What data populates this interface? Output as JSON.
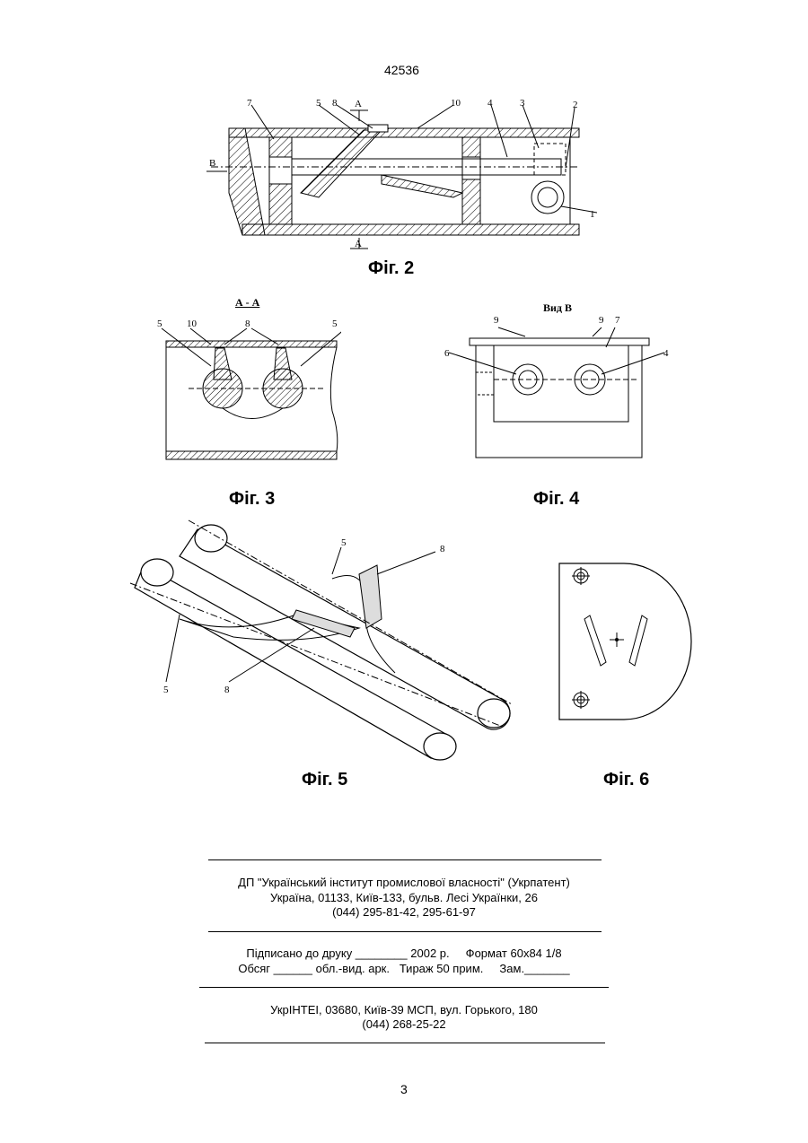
{
  "header": {
    "patent_number": "42536"
  },
  "figures": {
    "fig2": {
      "caption": "Фіг. 2",
      "labels": [
        "7",
        "5",
        "8",
        "А",
        "10",
        "4",
        "3",
        "2",
        "В",
        "1",
        "А"
      ]
    },
    "fig3": {
      "caption": "Фіг. 3",
      "section_title": "А - А",
      "labels": [
        "5",
        "10",
        "8",
        "5"
      ]
    },
    "fig4": {
      "caption": "Фіг. 4",
      "view_title": "Вид В",
      "labels": [
        "9",
        "9",
        "7",
        "6",
        "4"
      ]
    },
    "fig5": {
      "caption": "Фіг. 5",
      "labels": [
        "5",
        "8",
        "5",
        "8"
      ]
    },
    "fig6": {
      "caption": "Фіг. 6"
    }
  },
  "footer": {
    "publisher_line1": "ДП \"Український інститут промислової власності\" (Укрпатент)",
    "publisher_line2": "Україна, 01133, Київ-133, бульв. Лесі Українки, 26",
    "publisher_line3": "(044) 295-81-42, 295-61-97",
    "print_line1": "Підписано до друку ________ 2002 р.     Формат 60х84 1/8",
    "print_line2": "Обсяг ______ обл.-вид. арк.   Тираж 50 прим.     Зам._______",
    "printer_line1": "УкрІНТЕІ, 03680, Київ-39 МСП, вул. Горького, 180",
    "printer_line2": "(044) 268-25-22"
  },
  "page": {
    "number": "3"
  }
}
